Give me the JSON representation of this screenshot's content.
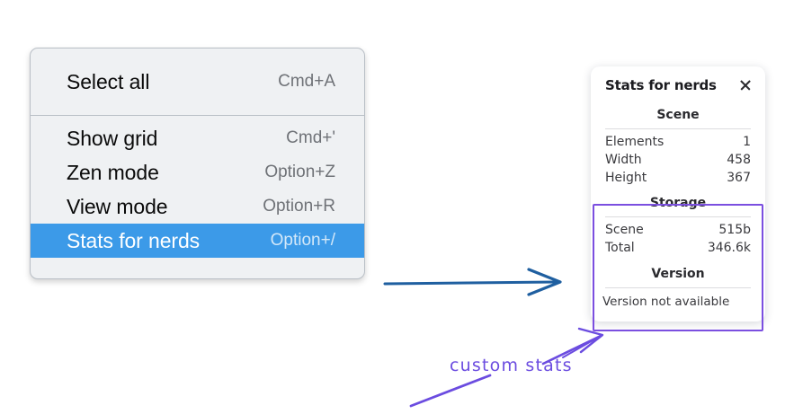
{
  "context_menu": {
    "sections": [
      {
        "items": [
          {
            "label": "Select all",
            "shortcut": "Cmd+A",
            "selected": false
          }
        ]
      },
      {
        "items": [
          {
            "label": "Show grid",
            "shortcut": "Cmd+'",
            "selected": false
          },
          {
            "label": "Zen mode",
            "shortcut": "Option+Z",
            "selected": false
          },
          {
            "label": "View mode",
            "shortcut": "Option+R",
            "selected": false
          },
          {
            "label": "Stats for nerds",
            "shortcut": "Option+/",
            "selected": true
          }
        ]
      }
    ],
    "highlight_color": "#3c9ae8"
  },
  "stats_panel": {
    "title": "Stats for nerds",
    "close_icon": "close-icon",
    "scene": {
      "heading": "Scene",
      "rows": [
        {
          "key": "Elements",
          "value": "1"
        },
        {
          "key": "Width",
          "value": "458"
        },
        {
          "key": "Height",
          "value": "367"
        }
      ]
    },
    "storage": {
      "heading": "Storage",
      "rows": [
        {
          "key": "Scene",
          "value": "515b"
        },
        {
          "key": "Total",
          "value": "346.6k"
        }
      ]
    },
    "version": {
      "heading": "Version",
      "text": "Version not available"
    },
    "highlight_border_color": "#7b4fe0"
  },
  "annotations": {
    "blue_arrow": {
      "name": "blue-arrow",
      "color": "#1f5fa0"
    },
    "purple_arrow": {
      "name": "purple-arrow",
      "color": "#6b4ce0"
    },
    "purple_underline": {
      "name": "purple-underline-stroke",
      "color": "#6b4ce0"
    },
    "hand_label": "custom stats"
  }
}
